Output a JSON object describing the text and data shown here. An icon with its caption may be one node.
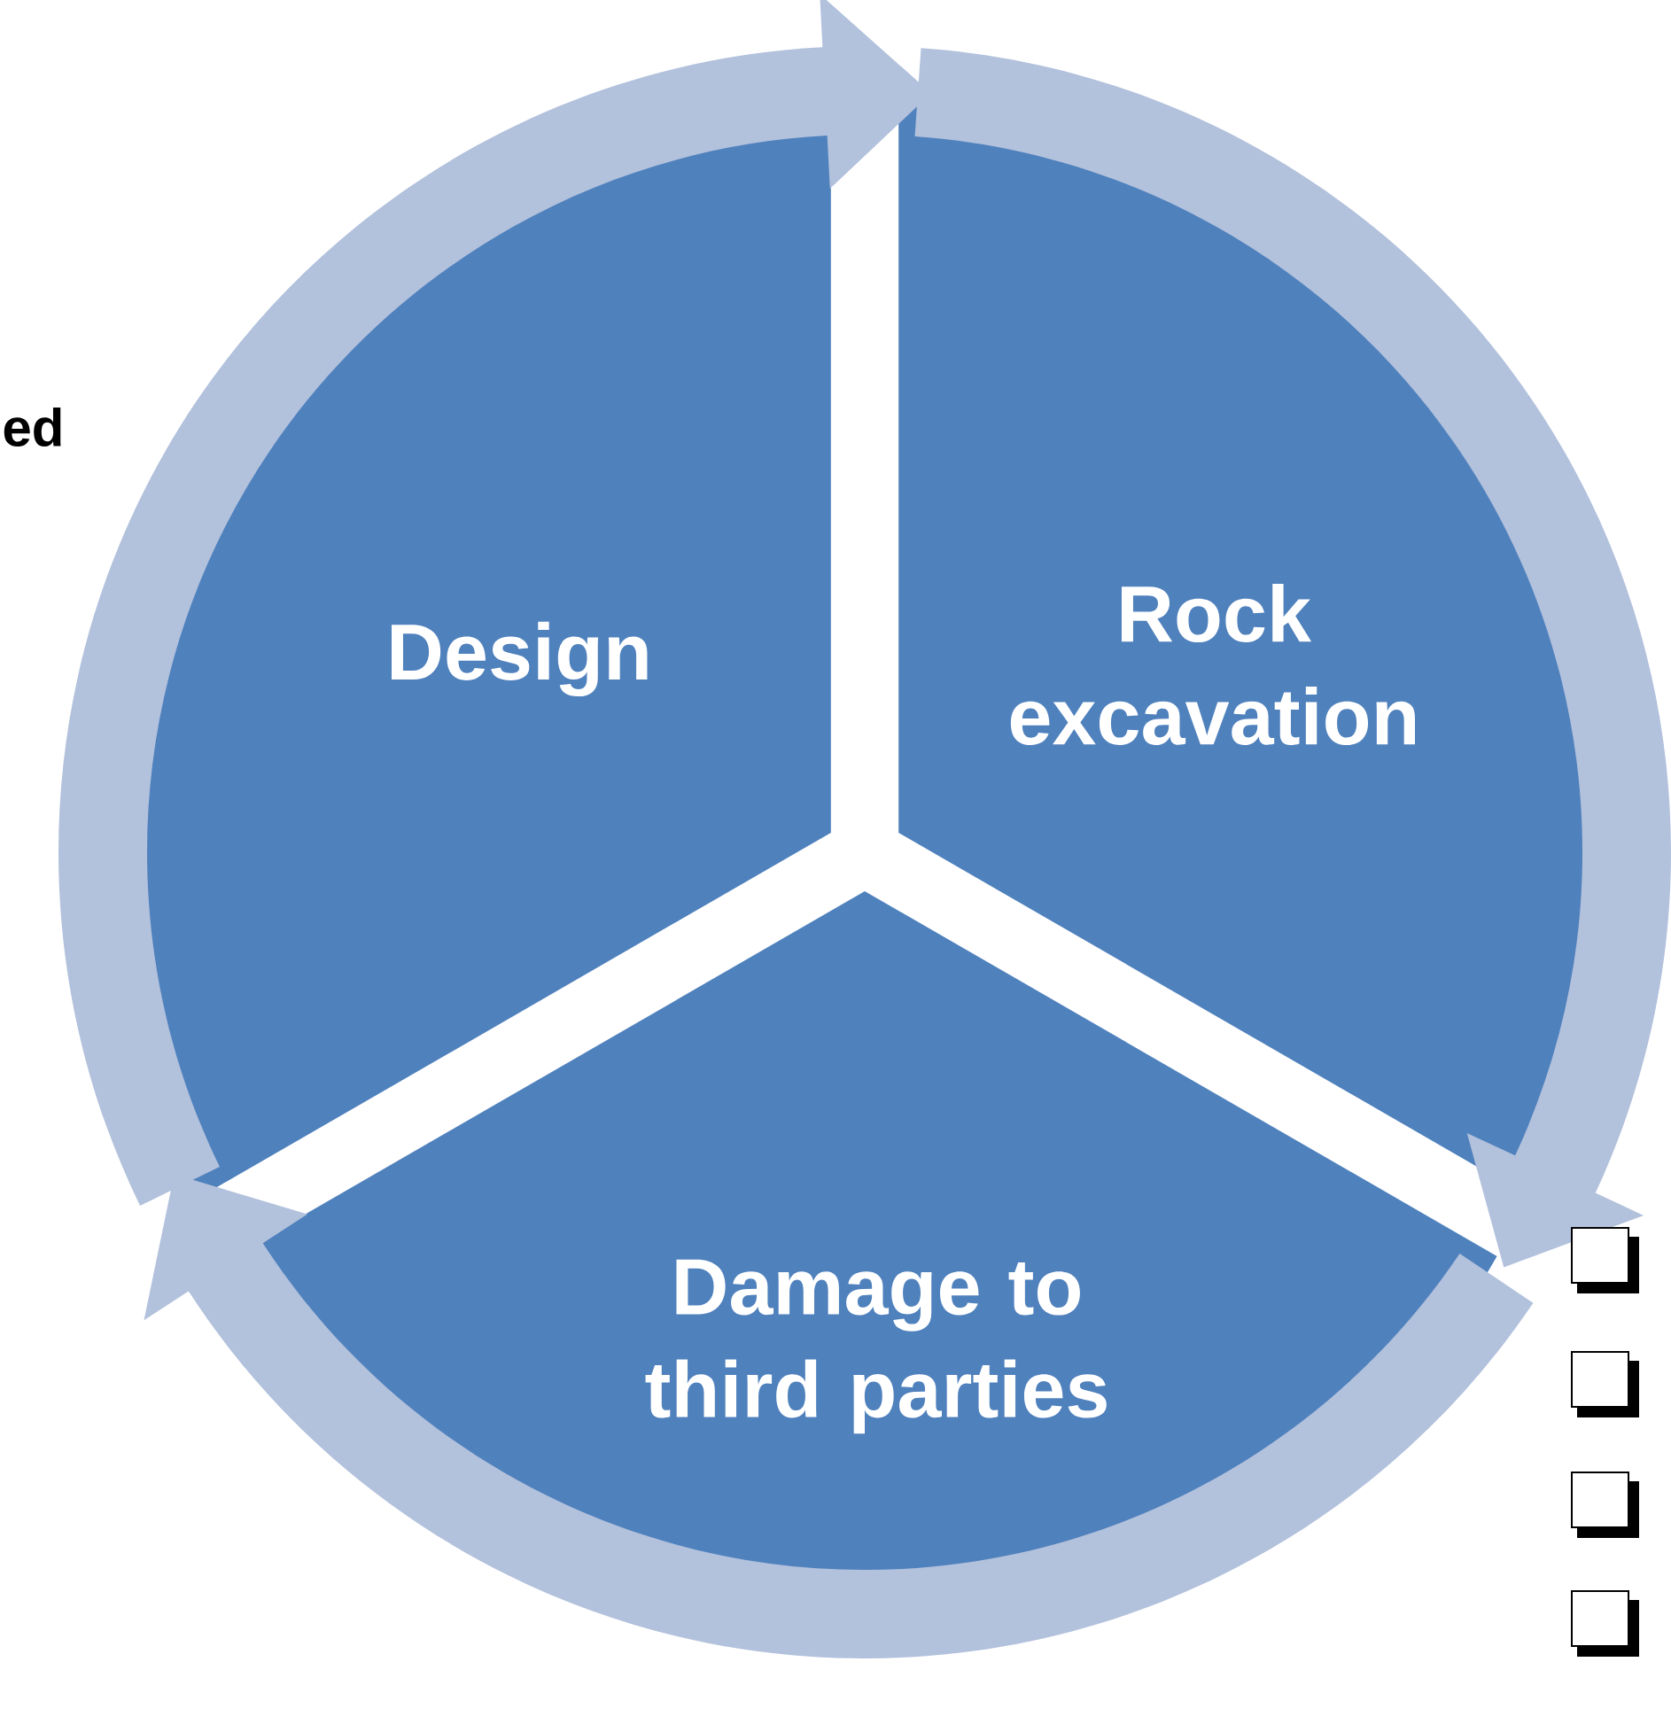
{
  "diagram": {
    "nodes": [
      {
        "text": [
          "Design"
        ]
      },
      {
        "text": [
          "Rock excavation"
        ]
      },
      {
        "text": [
          "Damage to third parties"
        ]
      }
    ],
    "edges": [
      {
        "from": 0,
        "to": 1,
        "arrow": "to"
      },
      {
        "from": 1,
        "to": 2,
        "arrow": "to"
      },
      {
        "from": 2,
        "to": 0,
        "arrow": "to"
      }
    ],
    "labels": [
      "ed"
    ]
  }
}
